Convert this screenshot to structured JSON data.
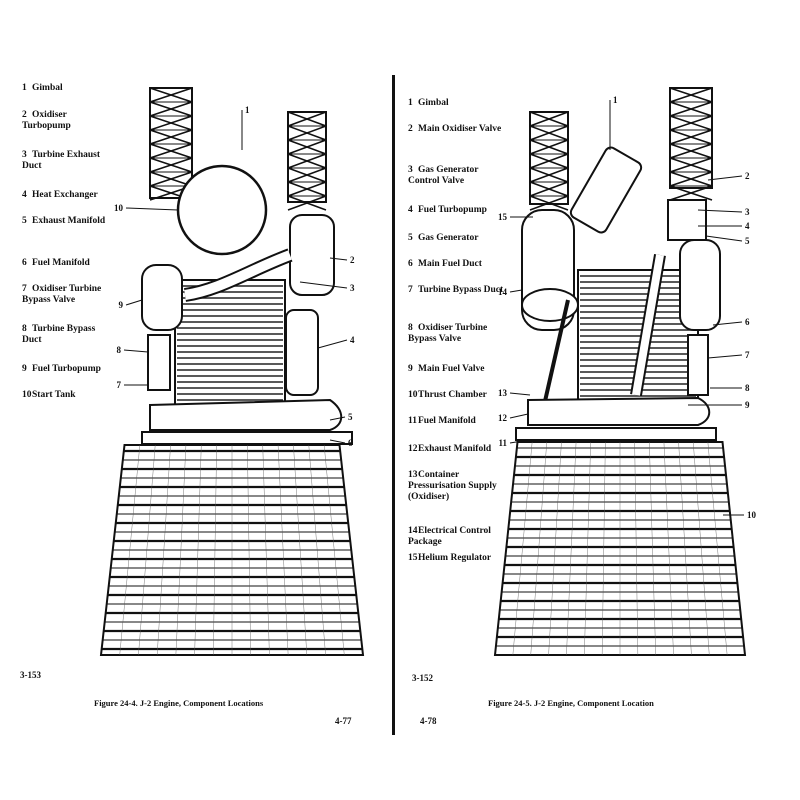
{
  "left_page": {
    "legend": [
      {
        "n": "1",
        "label": "Gimbal"
      },
      {
        "n": "2",
        "label": "Oxidiser Turbopump"
      },
      {
        "n": "3",
        "label": "Turbine Exhaust Duct"
      },
      {
        "n": "4",
        "label": "Heat Exchanger"
      },
      {
        "n": "5",
        "label": "Exhaust Manifold"
      },
      {
        "n": "6",
        "label": "Fuel Manifold"
      },
      {
        "n": "7",
        "label": "Oxidiser Turbine Bypass Valve"
      },
      {
        "n": "8",
        "label": "Turbine Bypass Duct"
      },
      {
        "n": "9",
        "label": "Fuel Turbopump"
      },
      {
        "n": "10",
        "label": "Start Tank"
      }
    ],
    "callouts": [
      "1",
      "2",
      "3",
      "4",
      "5",
      "6",
      "7",
      "8",
      "9",
      "10"
    ],
    "page_ref": "3-153",
    "caption": "Figure 24-4.  J-2 Engine,  Component Locations",
    "page_number": "4-77"
  },
  "right_page": {
    "legend": [
      {
        "n": "1",
        "label": "Gimbal"
      },
      {
        "n": "2",
        "label": "Main Oxidiser Valve"
      },
      {
        "n": "3",
        "label": "Gas Generator Control Valve"
      },
      {
        "n": "4",
        "label": "Fuel Turbopump"
      },
      {
        "n": "5",
        "label": "Gas Generator"
      },
      {
        "n": "6",
        "label": "Main Fuel Duct"
      },
      {
        "n": "7",
        "label": "Turbine Bypass Duct"
      },
      {
        "n": "8",
        "label": "Oxidiser Turbine Bypass Valve"
      },
      {
        "n": "9",
        "label": "Main Fuel Valve"
      },
      {
        "n": "10",
        "label": "Thrust Chamber"
      },
      {
        "n": "11",
        "label": "Fuel Manifold"
      },
      {
        "n": "12",
        "label": "Exhaust Manifold"
      },
      {
        "n": "13",
        "label": "Container Pressurisation Supply (Oxidiser)"
      },
      {
        "n": "14",
        "label": "Electrical Control Package"
      },
      {
        "n": "15",
        "label": "Helium Regulator"
      }
    ],
    "callouts": [
      "1",
      "2",
      "3",
      "4",
      "5",
      "6",
      "7",
      "8",
      "9",
      "10",
      "11",
      "12",
      "13",
      "14",
      "15"
    ],
    "page_ref": "3-152",
    "caption": "Figure 24-5.  J-2 Engine,  Component Location",
    "page_number": "4-78"
  }
}
